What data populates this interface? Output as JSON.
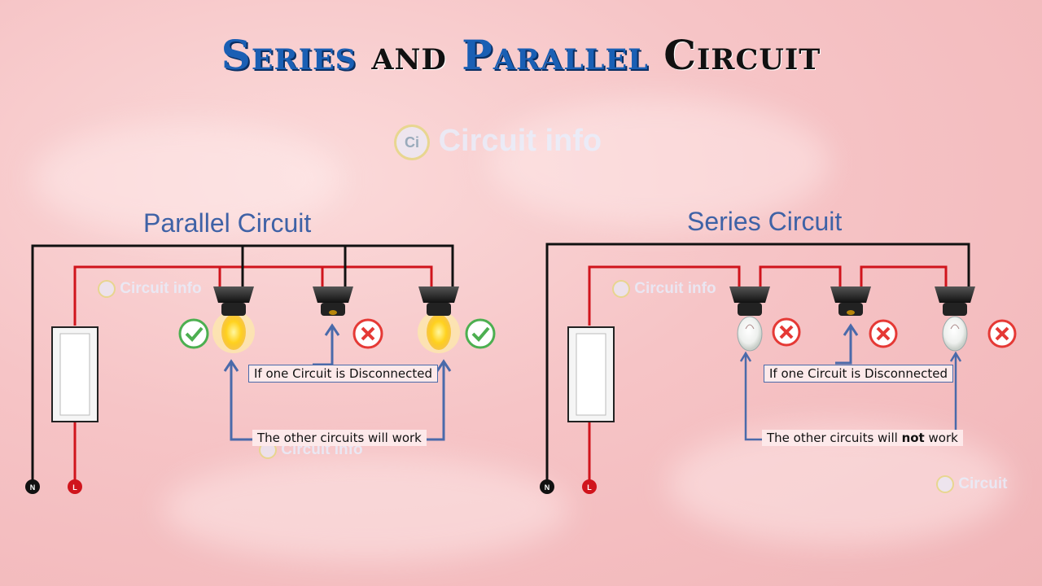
{
  "title": {
    "word1": "Series",
    "word2": "and",
    "word3": "Parallel",
    "word4": "Circuit"
  },
  "watermark": {
    "main": "Circuit info",
    "logo": "Ci",
    "small1": "Circuit info",
    "small2": "Circuit info",
    "small3": "Circuit info",
    "small4": "Circuit"
  },
  "parallel": {
    "heading": "Parallel Circuit",
    "note_disconnected": "If one Circuit is Disconnected",
    "note_result": "The other circuits will work",
    "neutral_label": "N",
    "live_label": "L",
    "lamps": [
      {
        "state": "on",
        "status": "check"
      },
      {
        "state": "removed",
        "status": "cross"
      },
      {
        "state": "on",
        "status": "check"
      }
    ]
  },
  "series": {
    "heading": "Series Circuit",
    "note_disconnected": "If one Circuit is Disconnected",
    "note_result_pre": "The other circuits will ",
    "note_result_bold": "not",
    "note_result_post": " work",
    "neutral_label": "N",
    "live_label": "L",
    "lamps": [
      {
        "state": "off",
        "status": "cross"
      },
      {
        "state": "removed",
        "status": "cross"
      },
      {
        "state": "off",
        "status": "cross"
      }
    ]
  },
  "colors": {
    "live_wire": "#d0141c",
    "neutral_wire": "#111111",
    "arrow": "#4a6aaa",
    "check": "#4caf50",
    "cross": "#e53935"
  }
}
